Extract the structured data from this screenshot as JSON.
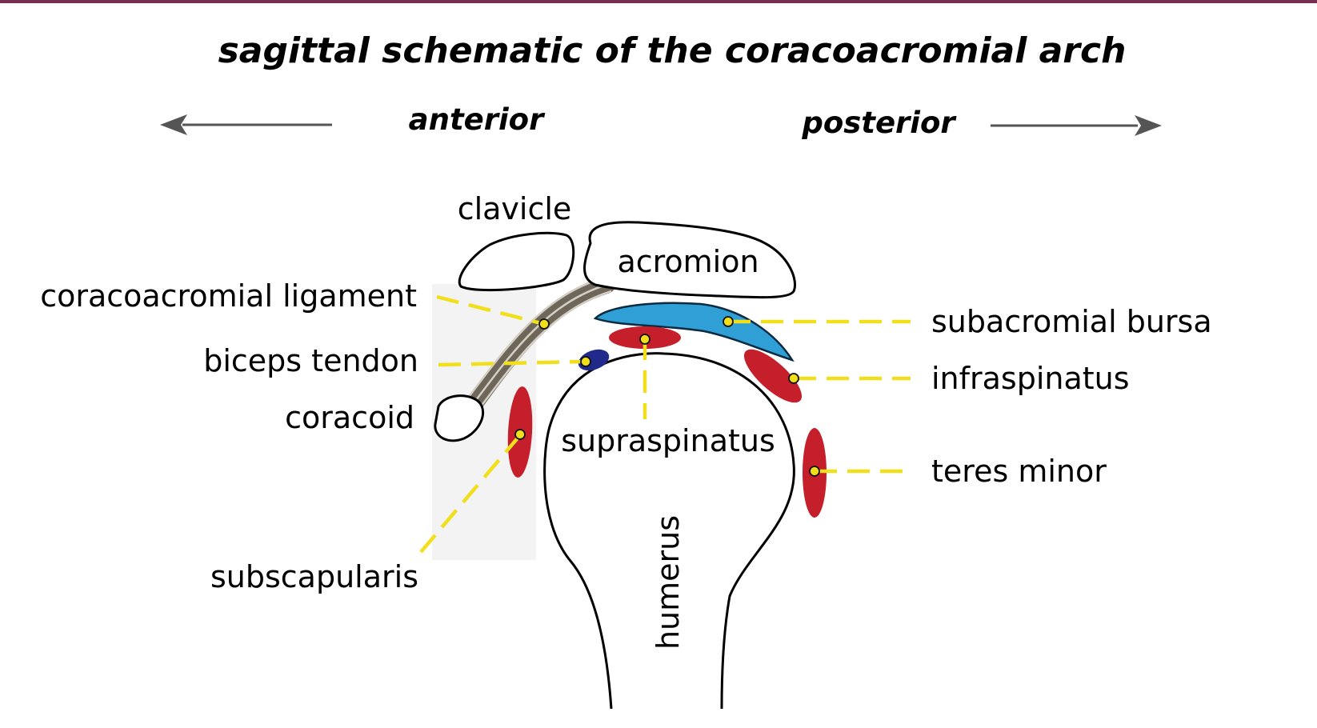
{
  "title": "sagittal schematic of the coracoacromial arch",
  "directions": {
    "anterior": "anterior",
    "posterior": "posterior"
  },
  "structures": {
    "clavicle": "clavicle",
    "acromion": "acromion",
    "coracoid": "coracoid",
    "humerus": "humerus"
  },
  "labels": {
    "coracoacromial_ligament": "coracoacromial ligament",
    "biceps_tendon": "biceps tendon",
    "subscapularis": "subscapularis",
    "supraspinatus": "supraspinatus",
    "subacromial_bursa": "subacromial bursa",
    "infraspinatus": "infraspinatus",
    "teres_minor": "teres minor"
  },
  "colors": {
    "border": "#7a2e52",
    "muscle": "#c41f2b",
    "bursa": "#2f9fd6",
    "biceps": "#1f2a8a",
    "leader": "#f2df1c",
    "arrow": "#555555",
    "ligament": "#6e6759"
  }
}
